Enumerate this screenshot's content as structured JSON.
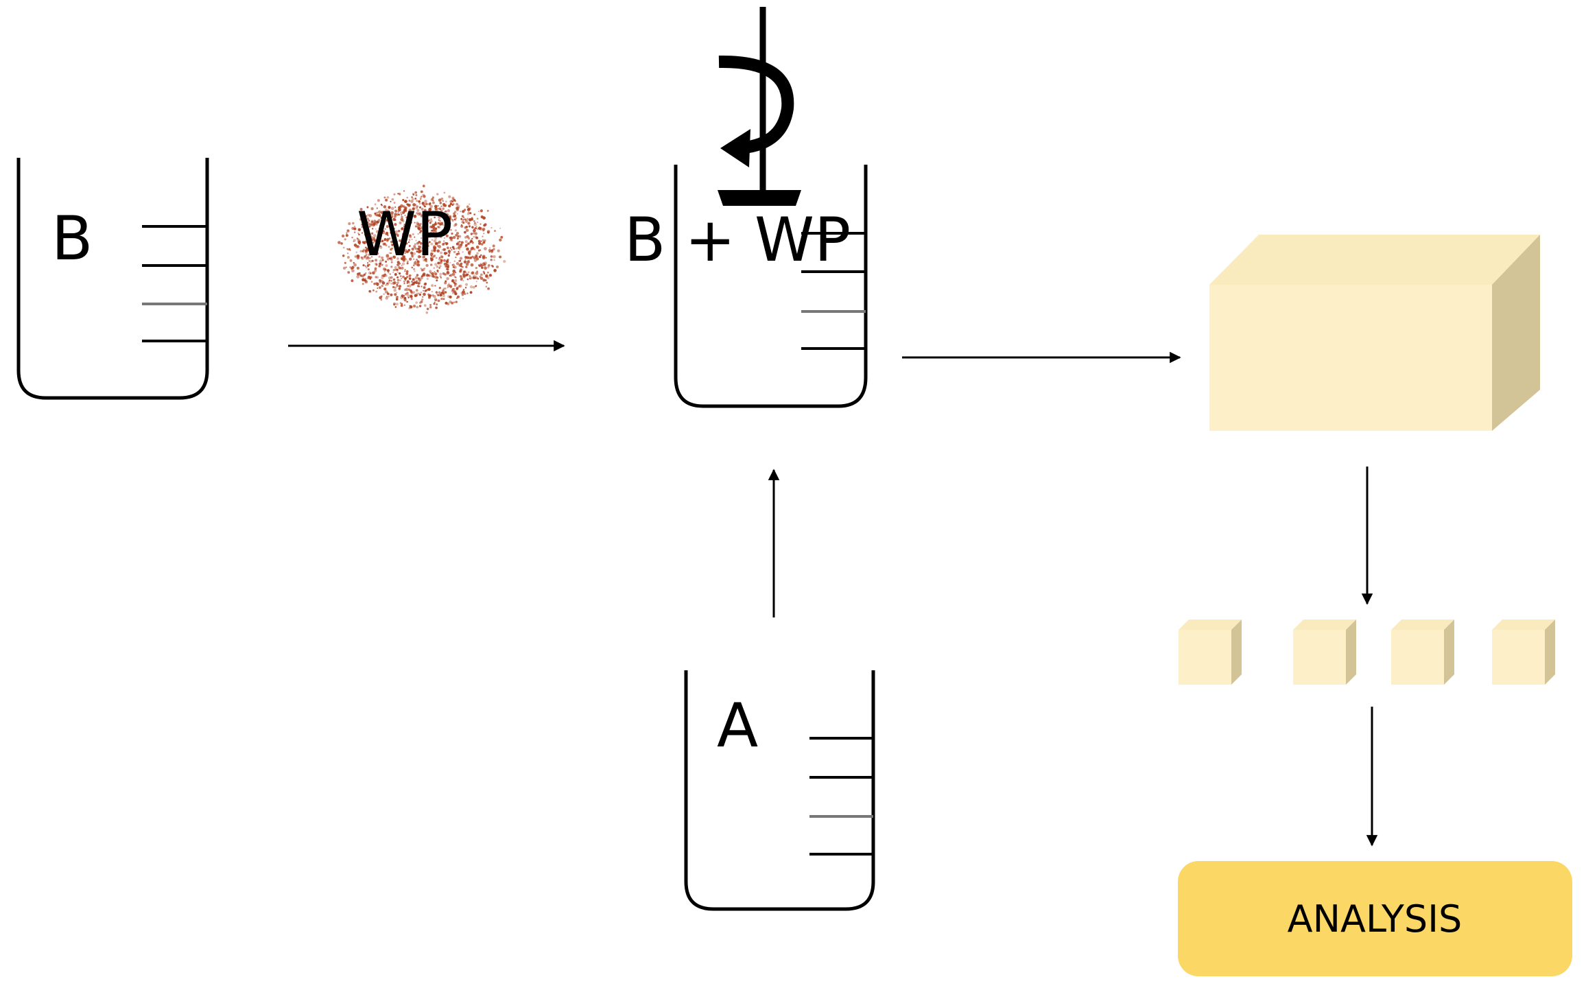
{
  "beaker_b": {
    "label": "B"
  },
  "powder": {
    "label": "WP"
  },
  "mixture": {
    "label": "B + WP"
  },
  "beaker_a": {
    "label": "A"
  },
  "final_step": {
    "label": "ANALYSIS"
  },
  "colors": {
    "line": "#000000",
    "block_front": "#fdf0c8",
    "block_top": "#faebbf",
    "block_side": "#d2c497",
    "analysis_fill": "#fbd766",
    "powder": "#b04020"
  },
  "icons": {
    "stirrer": "overhead-stirrer-icon",
    "powder": "powder-pile-icon"
  }
}
